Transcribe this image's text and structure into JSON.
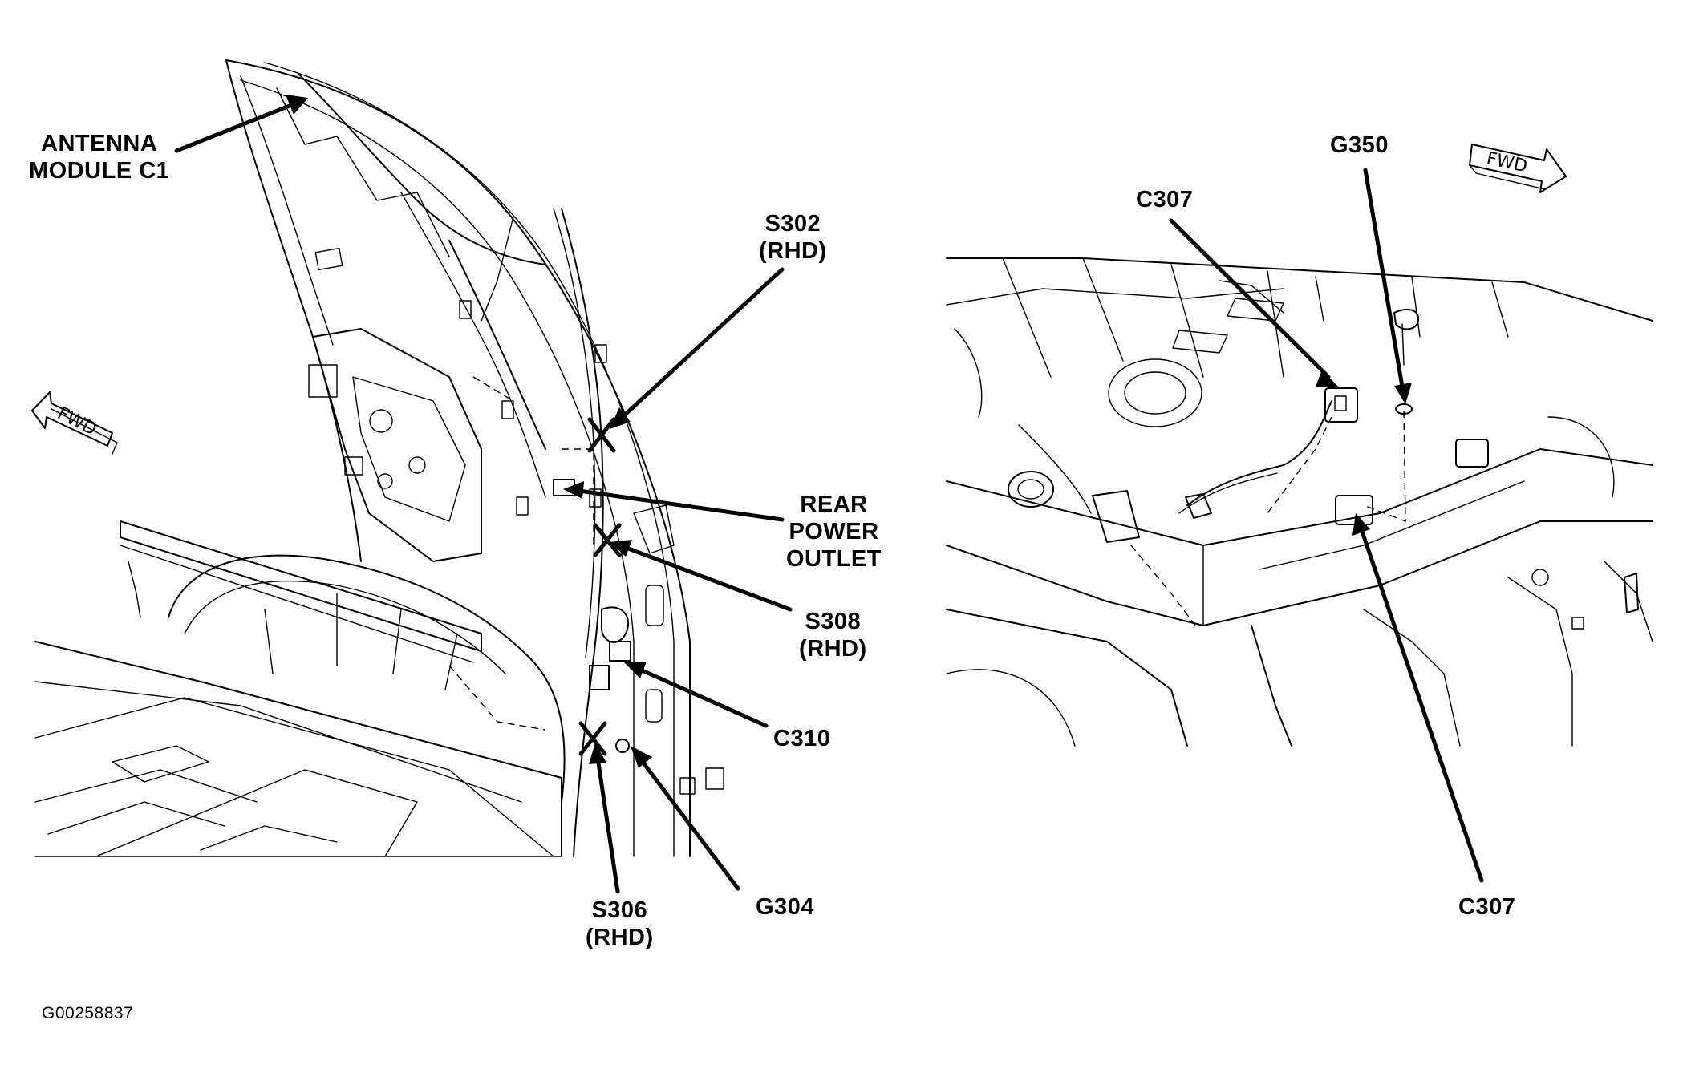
{
  "labels": {
    "antenna_module_c1": [
      "ANTENNA",
      "MODULE C1"
    ],
    "s302": [
      "S302",
      "(RHD)"
    ],
    "rear_power_outlet": [
      "REAR",
      "POWER",
      "OUTLET"
    ],
    "s308": [
      "S308",
      "(RHD)"
    ],
    "c310": "C310",
    "s306": [
      "S306",
      "(RHD)"
    ],
    "g304": "G304",
    "g350": "G350",
    "c307_top": "C307",
    "c307_bottom": "C307",
    "fwd_left": "FWD",
    "fwd_right": "FWD"
  },
  "figure_id": "G00258837"
}
